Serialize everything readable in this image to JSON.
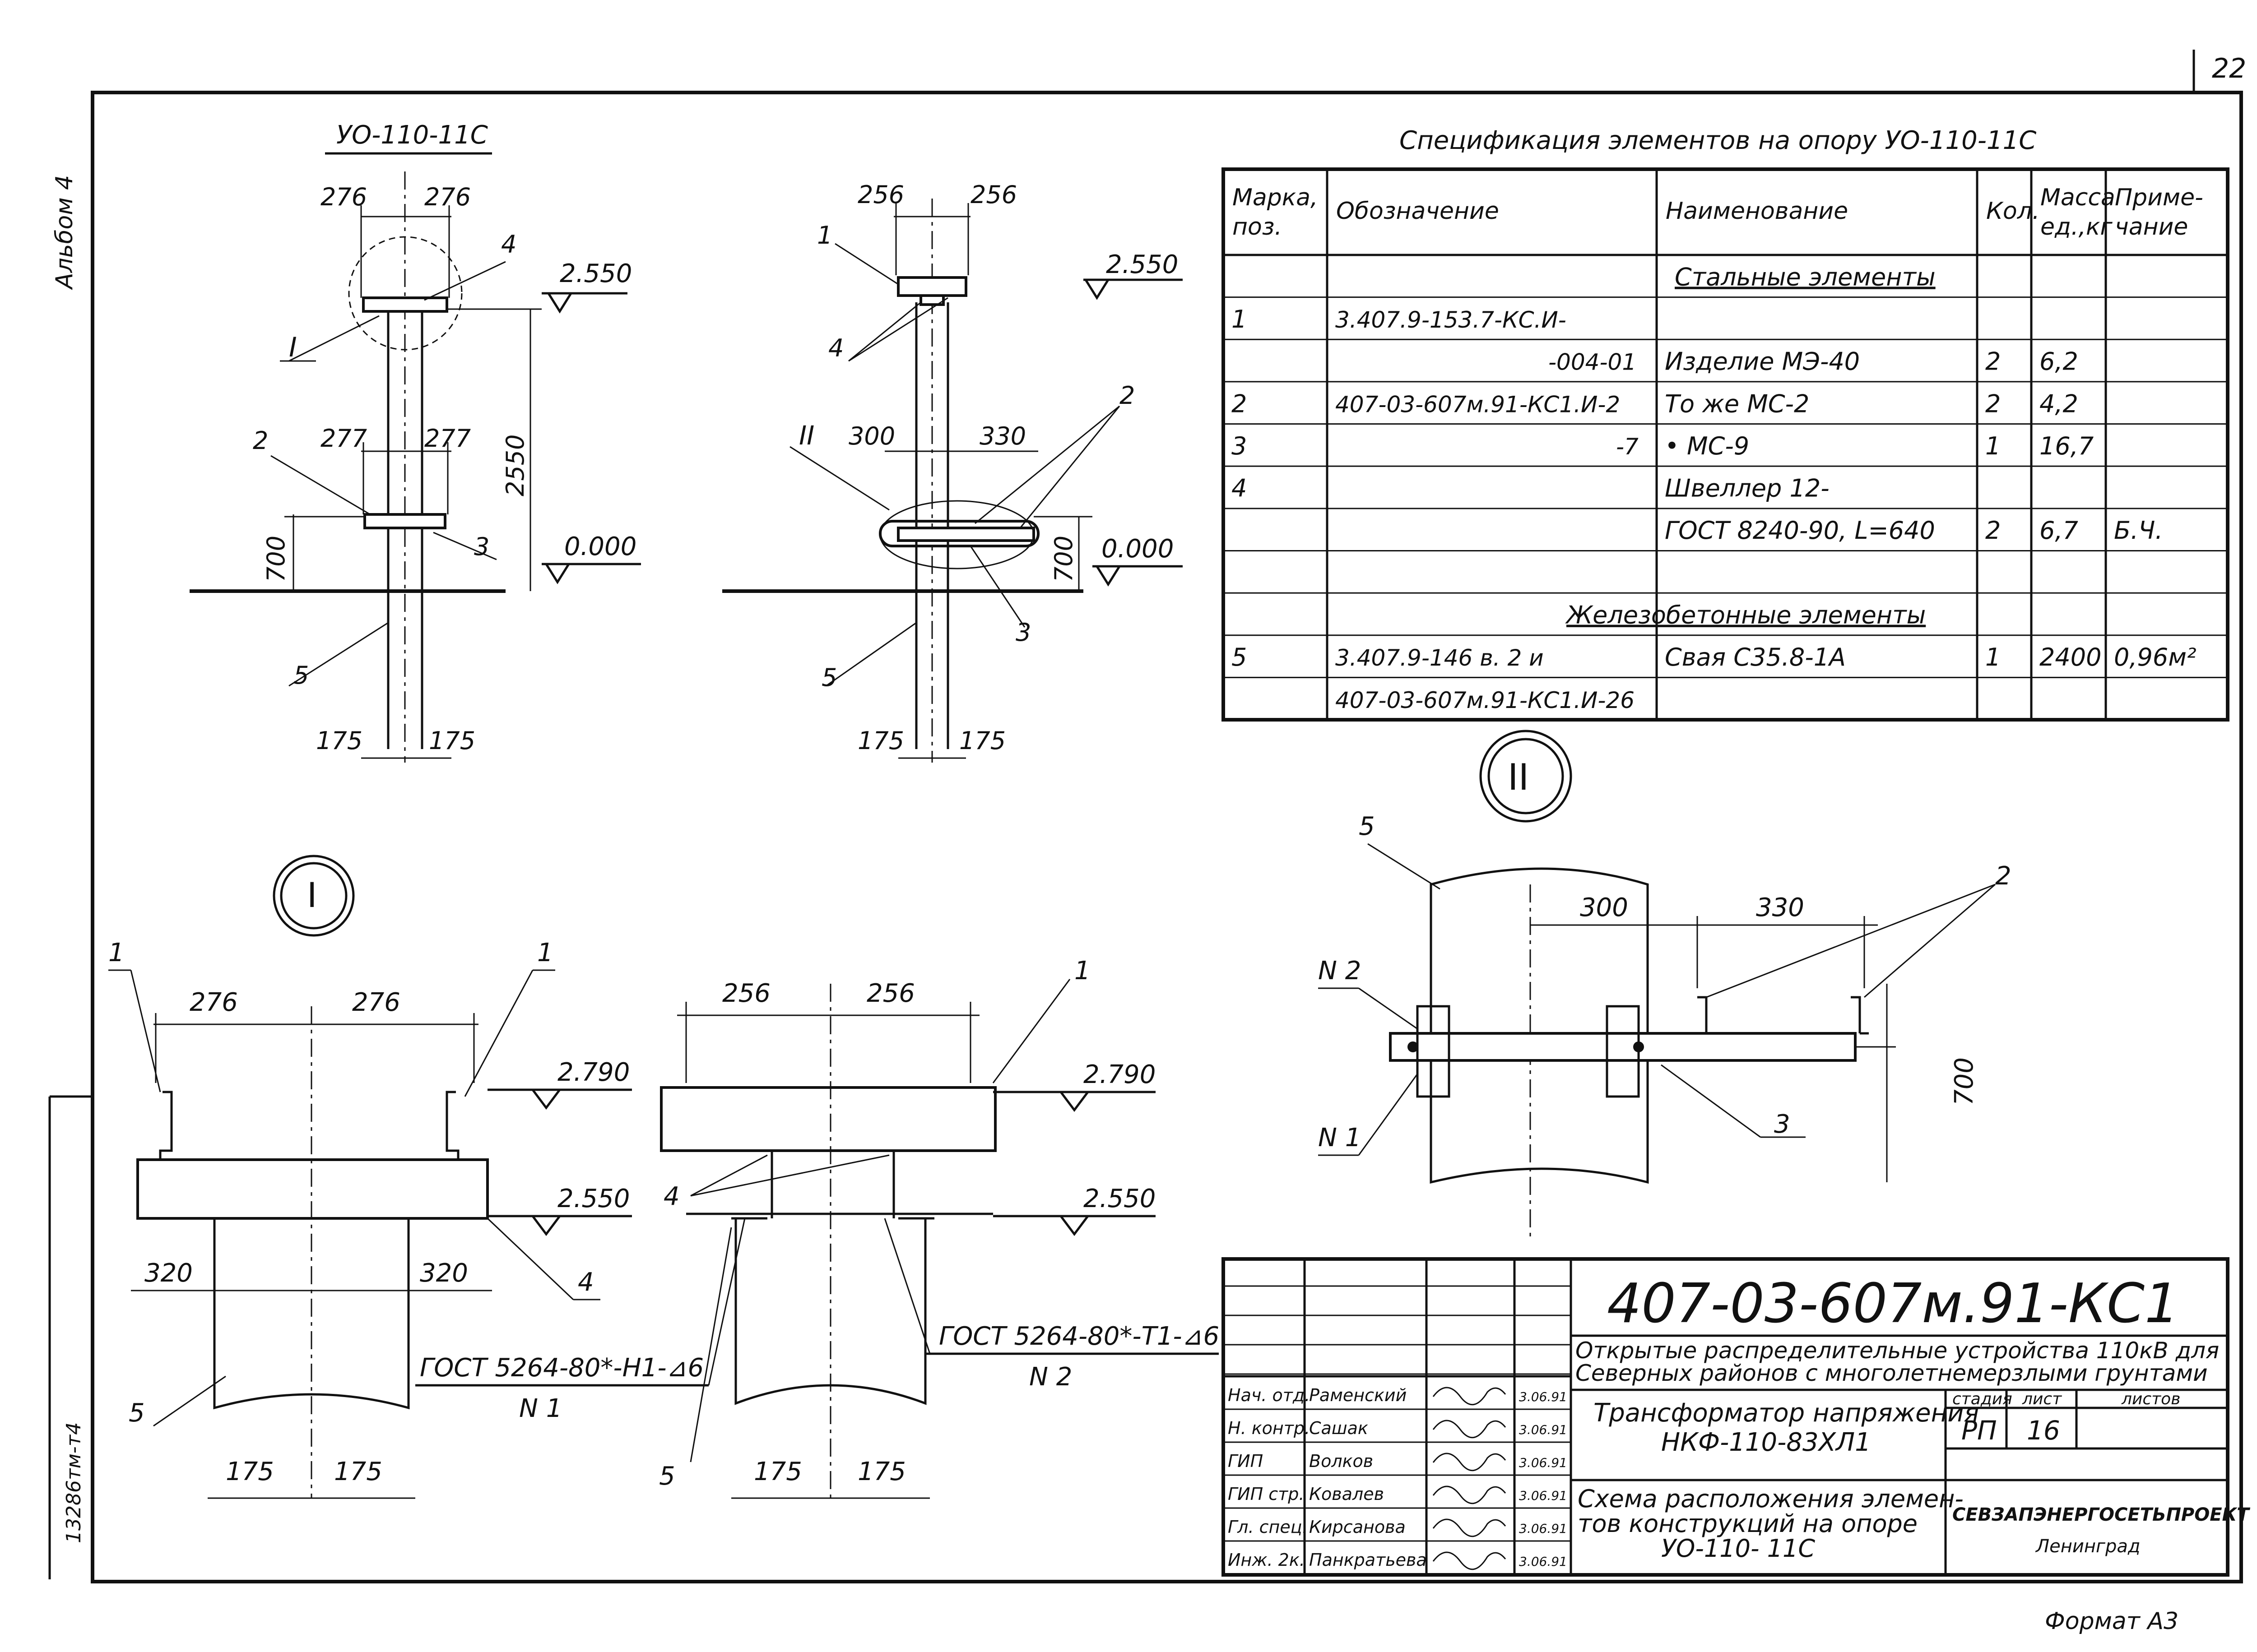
{
  "sheet_number": "22",
  "album_label": "Альбом 4",
  "margin_code": "13286тм-т4",
  "format_label": "Формат А3",
  "view_top_left": {
    "title": "УО-110-11С",
    "dims": {
      "top_left": "276",
      "top_right": "276",
      "mid_left": "277",
      "mid_right": "277",
      "bottom_left": "175",
      "bottom_right": "175",
      "height": "2550",
      "offset": "700"
    },
    "levels": {
      "top": "2.550",
      "ground": "0.000"
    },
    "marks": {
      "m1": "I",
      "m2": "2",
      "m3": "3",
      "m4": "4",
      "m5": "5"
    }
  },
  "view_top_mid": {
    "dims": {
      "top_left": "256",
      "top_right": "256",
      "mid_left": "300",
      "mid_right": "330",
      "bottom_left": "175",
      "bottom_right": "175",
      "offset": "700"
    },
    "levels": {
      "top": "2.550",
      "ground": "0.000"
    },
    "marks": {
      "m1": "1",
      "m2": "2",
      "m3": "3",
      "m4": "4",
      "m5": "5",
      "node": "II"
    }
  },
  "detail_I": {
    "label": "I",
    "dims": {
      "top_left": "276",
      "top_right": "276",
      "bottom_left": "320",
      "bottom_right": "320",
      "pile_left": "175",
      "pile_right": "175"
    },
    "levels": {
      "top": "2.790",
      "bottom": "2.550"
    },
    "marks": {
      "m1a": "1",
      "m1b": "1",
      "m4": "4",
      "m5": "5"
    },
    "weld_note": "ГОСТ 5264-80*-Н1-⊿6",
    "weld_id": "N 1"
  },
  "detail_I_mid": {
    "dims": {
      "top_left": "256",
      "top_right": "256",
      "pile_left": "175",
      "pile_right": "175"
    },
    "levels": {
      "top": "2.790",
      "bottom": "2.550"
    },
    "marks": {
      "m1": "1",
      "m4": "4",
      "m5": "5"
    },
    "weld_note": "ГОСТ 5264-80*-Т1-⊿6",
    "weld_id": "N 2"
  },
  "detail_II": {
    "label": "II",
    "dims": {
      "left": "300",
      "right": "330",
      "vertical": "700"
    },
    "marks": {
      "m2": "2",
      "m3": "3",
      "m5": "5",
      "n1": "N 1",
      "n2": "N 2"
    }
  },
  "spec_table": {
    "title": "Спецификация элементов на опору УО-110-11С",
    "headers": [
      "Марка, поз.",
      "Обозначение",
      "Наименование",
      "Кол.",
      "Масса ед.,кг",
      "Приме- чание"
    ],
    "section_steel": "Стальные элементы",
    "section_concrete": "Железобетонные элементы",
    "rows": [
      [
        "1",
        "3.407.9-153.7-КС.И-",
        "",
        "",
        "",
        ""
      ],
      [
        "",
        "-004-01",
        "Изделие МЭ-40",
        "2",
        "6,2",
        ""
      ],
      [
        "2",
        "407-03-607м.91-КС1.И-2",
        "То же МС-2",
        "2",
        "4,2",
        ""
      ],
      [
        "3",
        "-7",
        "•  МС-9",
        "1",
        "16,7",
        ""
      ],
      [
        "4",
        "",
        "Швеллер 12-",
        "",
        "",
        ""
      ],
      [
        "",
        "",
        "ГОСТ 8240-90, L=640",
        "2",
        "6,7",
        "Б.Ч."
      ],
      [
        "",
        "",
        "",
        "",
        "",
        ""
      ],
      [
        "5",
        "3.407.9-146  в. 2 и",
        "Свая С35.8-1А",
        "1",
        "2400",
        "0,96м²"
      ],
      [
        "",
        "407-03-607м.91-КС1.И-26",
        "",
        "",
        "",
        ""
      ]
    ]
  },
  "title_block": {
    "code": "407-03-607м.91-КС1",
    "project": "Открытые распределительные устройства 110кВ для Северных районов с многолетнемерзлыми грунтами",
    "object": "Трансформатор напряжения НКФ-110-83ХЛ1",
    "sheet_title": "Схема расположения элементов конструкций на опоре УО-110- 11С",
    "stage_label": "стадия",
    "sheet_label": "лист",
    "sheets_label": "листов",
    "stage": "РП",
    "sheet": "16",
    "sheets": "",
    "org": "СЕВЗАПЭНЕРГОСЕТЬПРОЕКТ",
    "city": "Ленинград",
    "staff": [
      {
        "role": "Нач. отд.",
        "name": "Раменский",
        "date": "3.06.91"
      },
      {
        "role": "Н. контр.",
        "name": "Сашак",
        "date": "3.06.91"
      },
      {
        "role": "ГИП",
        "name": "Волков",
        "date": "3.06.91"
      },
      {
        "role": "ГИП стр.",
        "name": "Ковалев",
        "date": "3.06.91"
      },
      {
        "role": "Гл. спец.",
        "name": "Кирсанова",
        "date": "3.06.91"
      },
      {
        "role": "Инж. 2к.",
        "name": "Панкратьева",
        "date": "3.06.91"
      }
    ]
  }
}
